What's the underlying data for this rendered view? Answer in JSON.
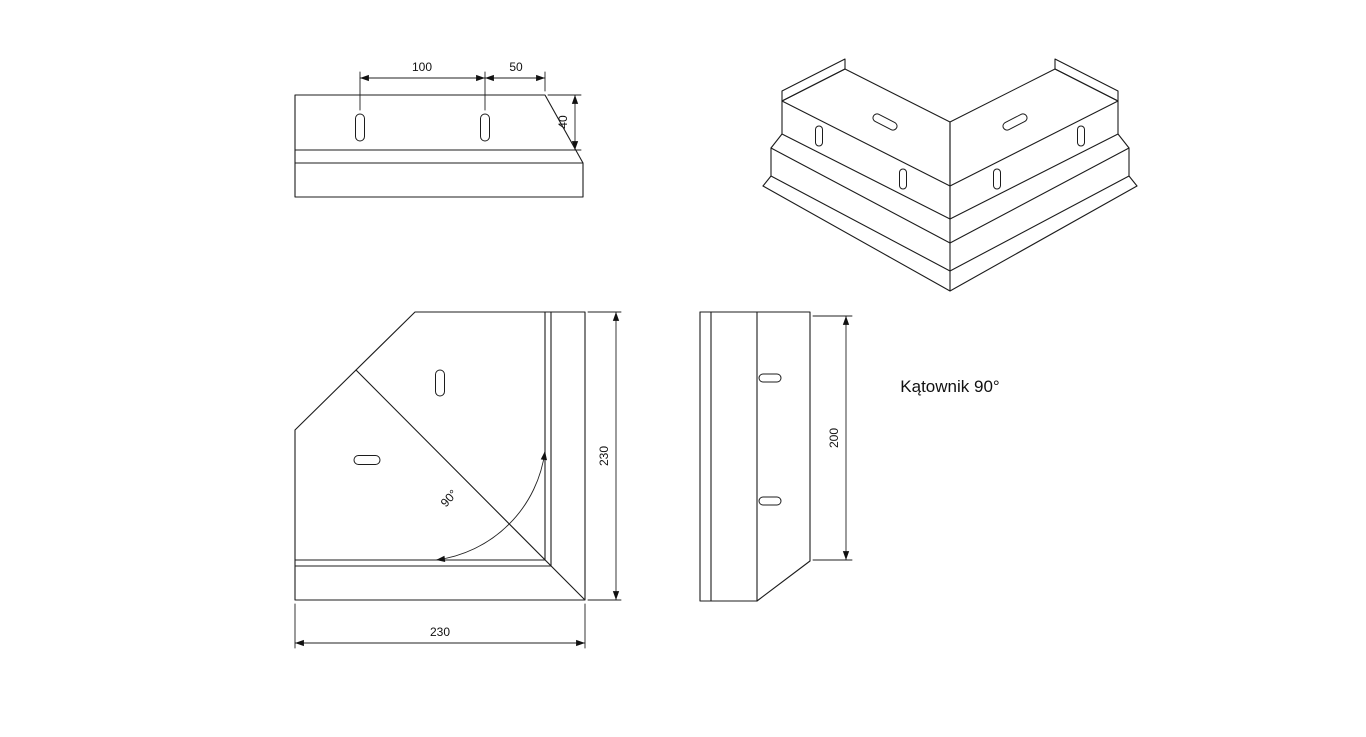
{
  "title": "Kątownik 90°",
  "drawing": {
    "type": "technical-orthographic-drawing",
    "part_name": "Kątownik 90°",
    "dimensions": {
      "slot_spacing": "100",
      "slot_to_end": "50",
      "face_height": "40",
      "plan_side_vertical": "230",
      "plan_side_horizontal": "230",
      "side_length": "200",
      "corner_angle": "90°"
    }
  }
}
